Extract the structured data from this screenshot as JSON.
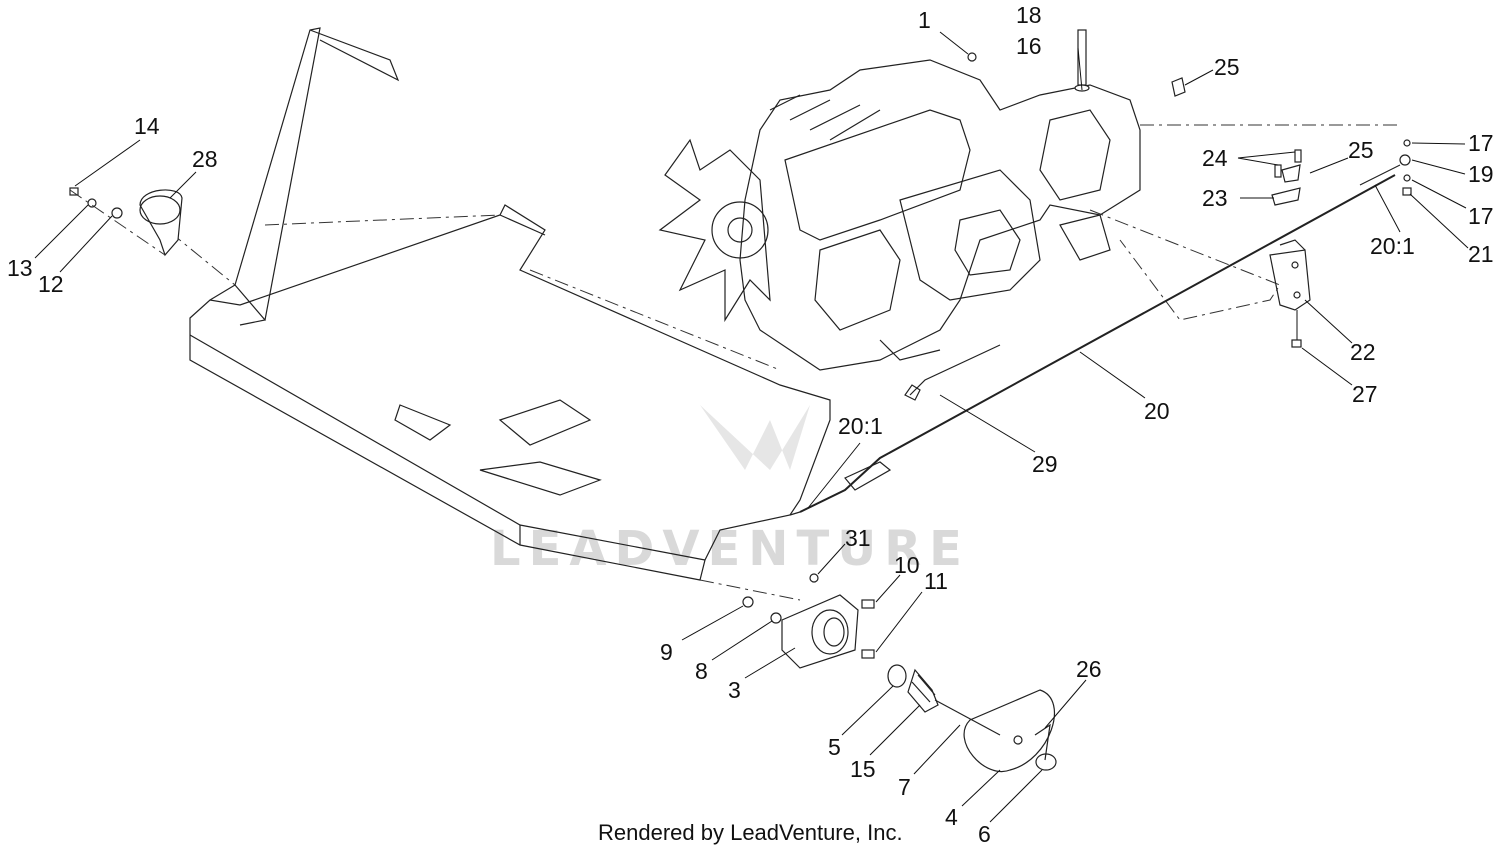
{
  "diagram": {
    "footer": "Rendered by LeadVenture, Inc.",
    "watermark": "LEADVENTURE",
    "labels": {
      "l1": "1",
      "l18": "18",
      "l16": "16",
      "l25a": "25",
      "l14": "14",
      "l28": "28",
      "l13": "13",
      "l12": "12",
      "l24": "24",
      "l25b": "25",
      "l17a": "17",
      "l19": "19",
      "l23": "23",
      "l17b": "17",
      "l201a": "20:1",
      "l21": "21",
      "l22": "22",
      "l27": "27",
      "l20": "20",
      "l201b": "20:1",
      "l29": "29",
      "l31": "31",
      "l10": "10",
      "l11": "11",
      "l9": "9",
      "l8": "8",
      "l3": "3",
      "l26": "26",
      "l5": "5",
      "l15": "15",
      "l7": "7",
      "l4": "4",
      "l6": "6"
    }
  }
}
